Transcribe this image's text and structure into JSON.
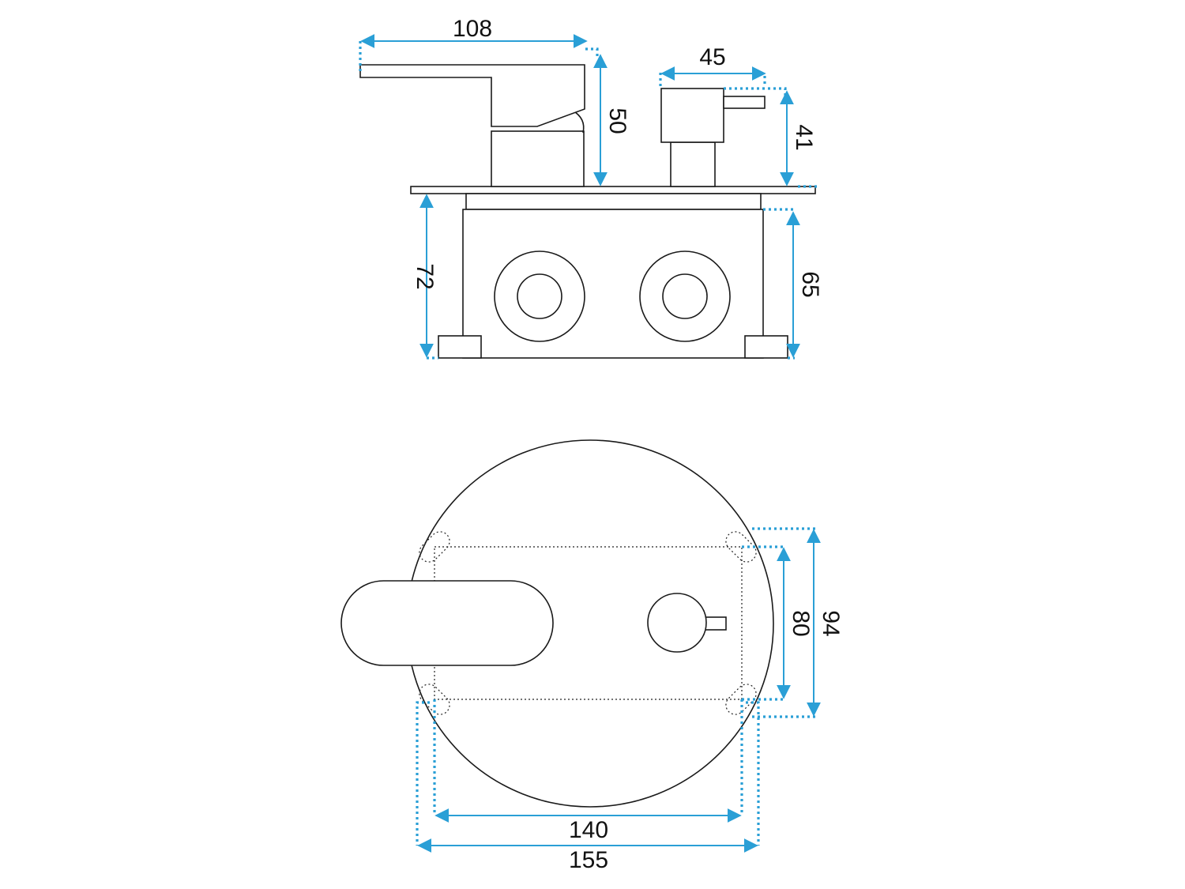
{
  "colors": {
    "dimension_line": "#2a9fd6",
    "outline": "#1a1a1a",
    "background": "#ffffff"
  },
  "side_view": {
    "handle_width": "108",
    "handle_height": "50",
    "knob_width": "45",
    "knob_height": "41",
    "box_depth": "72",
    "box_body_depth": "65"
  },
  "front_view": {
    "inner_height": "80",
    "outer_height": "94",
    "inner_width": "140",
    "outer_width": "155"
  }
}
